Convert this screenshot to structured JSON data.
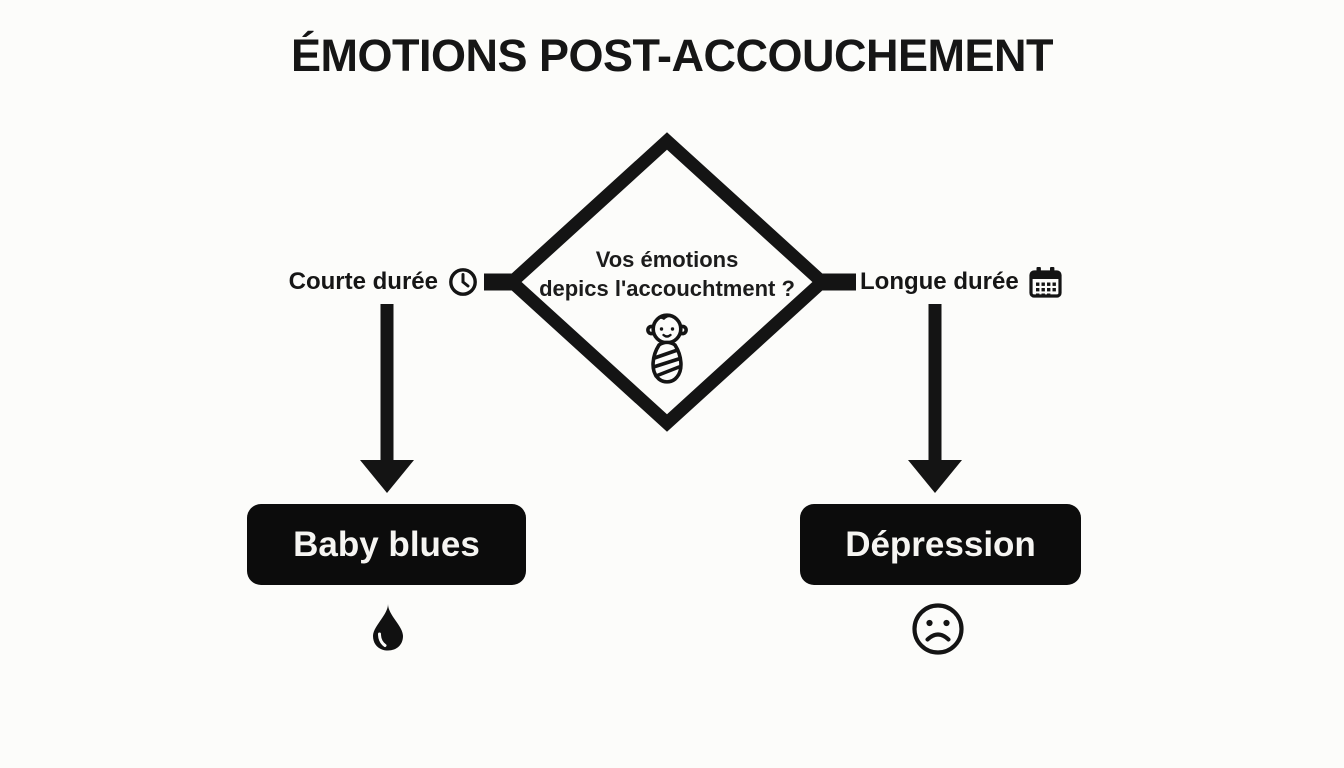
{
  "title": "ÉMOTIONS POST-ACCOUCHEMENT",
  "decision": {
    "question_line1": "Vos émotions",
    "question_line2": "depics l'accouchtment ?",
    "icon": "swaddled-baby-icon"
  },
  "branches": {
    "left": {
      "condition": "Courte durée",
      "condition_icon": "clock-icon",
      "outcome": "Baby blues",
      "outcome_icon": "teardrop-icon"
    },
    "right": {
      "condition": "Longue durée",
      "condition_icon": "calendar-icon",
      "outcome": "Dépression",
      "outcome_icon": "sad-face-icon"
    }
  },
  "colors": {
    "ink": "#141414",
    "outcome_box_bg": "#0c0c0c",
    "outcome_box_text": "#f6f5f2",
    "background": "#fcfcfa"
  }
}
